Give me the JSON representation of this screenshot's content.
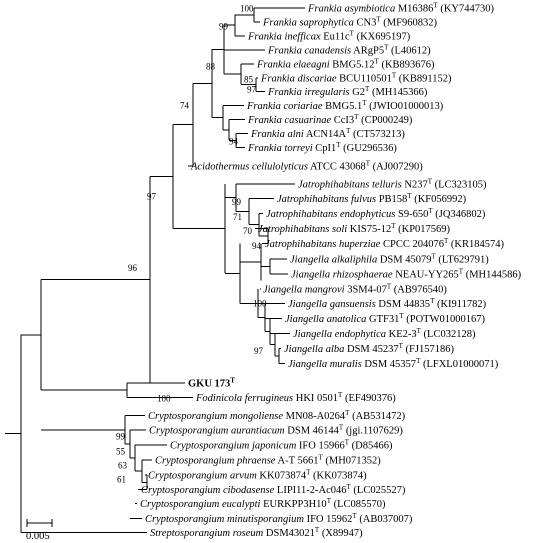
{
  "taxa": [
    {
      "genus": "Frankia",
      "species": "asymbiotica",
      "strain": "M16386",
      "accession": "(KY744730)"
    },
    {
      "genus": "Frankia",
      "species": "saprophytica",
      "strain": "CN3",
      "accession": "(MF960832)"
    },
    {
      "genus": "Frankia",
      "species": "inefficax",
      "strain": "Eu11c",
      "accession": "(KX695197)"
    },
    {
      "genus": "Frankia",
      "species": "canadensis",
      "strain": "ARgP5",
      "accession": "(L40612)"
    },
    {
      "genus": "Frankia",
      "species": "elaeagni",
      "strain": "BMG5.12",
      "accession": "(KB893676)"
    },
    {
      "genus": "Frankia",
      "species": "discariae",
      "strain": "BCU110501",
      "accession": "(KB891152)"
    },
    {
      "genus": "Frankia",
      "species": "irregularis",
      "strain": "G2",
      "accession": "(MH145366)"
    },
    {
      "genus": "Frankia",
      "species": "coriariae",
      "strain": "BMG5.1",
      "accession": "(JWIO01000013)"
    },
    {
      "genus": "Frankia",
      "species": "casuarinae",
      "strain": "CcI3",
      "accession": "(CP000249)"
    },
    {
      "genus": "Frankia",
      "species": "alni",
      "strain": "ACN14A",
      "accession": "(CT573213)"
    },
    {
      "genus": "Frankia",
      "species": "torreyi",
      "strain": "CpI1",
      "accession": "(GU296536)"
    },
    {
      "genus": "Acidothermus",
      "species": "cellulolyticus",
      "strain": "ATCC 43068",
      "accession": "(AJ007290)"
    },
    {
      "genus": "Jatrophihabitans",
      "species": "telluris",
      "strain": "N237",
      "accession": "(LC323105)"
    },
    {
      "genus": "Jatrophihabitans",
      "species": "fulvus",
      "strain": "PB158",
      "accession": "(KF056992)"
    },
    {
      "genus": "Jatrophihabitans",
      "species": "endophyticus",
      "strain": "S9-650",
      "accession": "(JQ346802)"
    },
    {
      "genus": "Jatrophihabitans",
      "species": "soli",
      "strain": "KIS75-12",
      "accession": "(KP017569)"
    },
    {
      "genus": "Jatrophihabitans",
      "species": "huperziae",
      "strain": "CPCC 204076",
      "accession": "(KR184574)"
    },
    {
      "genus": "Jiangella",
      "species": "alkaliphila",
      "strain": "DSM 45079",
      "accession": "(LT629791)"
    },
    {
      "genus": "Jiangella",
      "species": "rhizosphaerae",
      "strain": "NEAU-YY265",
      "accession": "(MH144586)"
    },
    {
      "genus": "Jiangella",
      "species": "mangrovi",
      "strain": "3SM4-07",
      "accession": "(AB976540)"
    },
    {
      "genus": "Jiangella",
      "species": "gansuensis",
      "strain": "DSM 44835",
      "accession": "(KI911782)"
    },
    {
      "genus": "Jiangella",
      "species": "anatolica",
      "strain": "GTF31",
      "accession": "(POTW01000167)"
    },
    {
      "genus": "Jiangella",
      "species": "endophytica",
      "strain": "KE2-3",
      "accession": "(LC032128)"
    },
    {
      "genus": "Jiangella",
      "species": "alba",
      "strain": "DSM 45237",
      "accession": "(FJ157186)"
    },
    {
      "genus": "Jiangella",
      "species": "muralis",
      "strain": "DSM 45357",
      "accession": "(LFXL01000071)"
    },
    {
      "bold": "GKU 173"
    },
    {
      "genus": "Fodinicola",
      "species": "ferrugineus",
      "strain": "HKI 0501",
      "accession": "(EF490376)"
    },
    {
      "genus": "Cryptosporangium",
      "species": "mongoliense",
      "strain": "MN08-A0264",
      "accession": "(AB531472)"
    },
    {
      "genus": "Cryptosporangium",
      "species": "aurantiacum",
      "strain": "DSM 46144",
      "accession": "(jgi.1107629)"
    },
    {
      "genus": "Cryptosporangium",
      "species": "japonicum",
      "strain": "IFO 15966",
      "accession": "(D85466)"
    },
    {
      "genus": "Cryptosporangium",
      "species": "phraense",
      "strain": "A-T 5661",
      "accession": "(MH071352)"
    },
    {
      "genus": "Cryptosporangium",
      "species": "arvum",
      "strain": "KK073874",
      "accession": "(KK073874)"
    },
    {
      "genus": "Cryptosporangium",
      "species": "cibodasense",
      "strain": "LIPI11-2-Ac046",
      "accession": "(LC025527)"
    },
    {
      "genus": "Cryptosporangium",
      "species": "eucalypti",
      "strain": "EURKPP3H10",
      "accession": "(LC085570)"
    },
    {
      "genus": "Cryptosporangium",
      "species": "minutisporangium",
      "strain": "IFO 15962",
      "accession": "(AB037007)"
    },
    {
      "genus": "Streptosporangium",
      "species": "roseum",
      "strain": "DSM43021",
      "accession": "(X89947)"
    }
  ],
  "type_marker": "T",
  "bootstrap": [
    "100",
    "99",
    "85",
    "97",
    "88",
    "94",
    "74",
    "99",
    "71",
    "70",
    "94",
    "97",
    "100",
    "97",
    "96",
    "100",
    "99",
    "55",
    "63",
    "61"
  ],
  "scale_label": "0.005"
}
